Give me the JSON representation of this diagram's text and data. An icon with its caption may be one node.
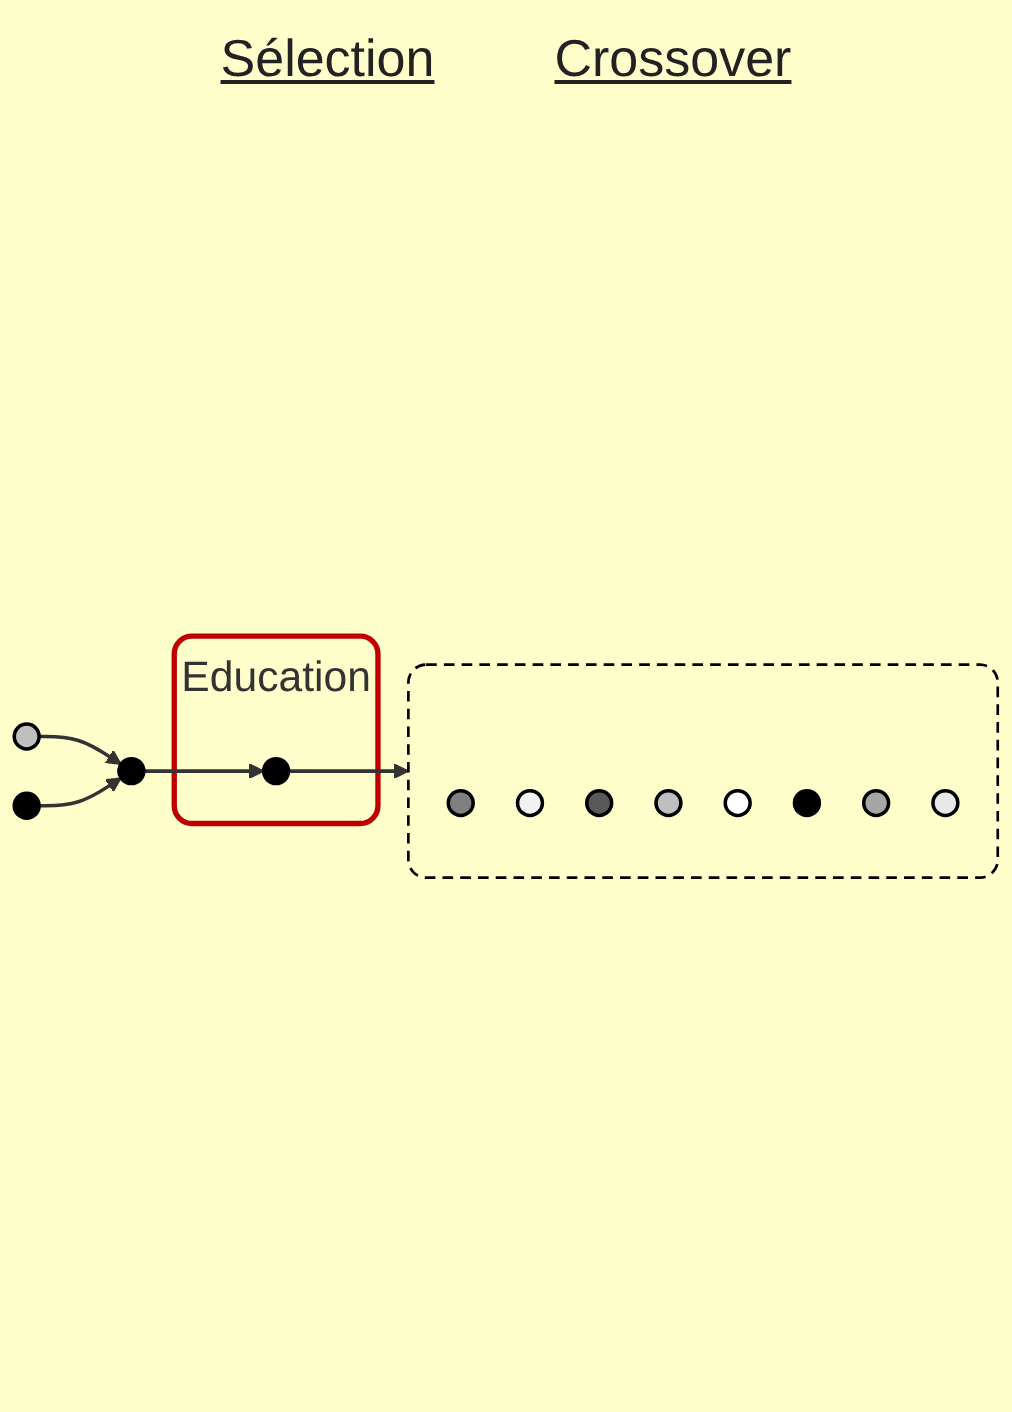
{
  "diagram": {
    "nodes": [
      {
        "text": [],
        "shape": "box"
      },
      {
        "text": [],
        "shape": "circle",
        "in": 0
      },
      {
        "text": [],
        "shape": "circle",
        "in": 0
      },
      {
        "text": [],
        "shape": "circle",
        "in": 0
      },
      {
        "text": [],
        "shape": "circle",
        "in": 0
      },
      {
        "text": [],
        "shape": "circle",
        "in": 0
      },
      {
        "text": [],
        "shape": "circle",
        "in": 0
      },
      {
        "text": [],
        "shape": "circle",
        "in": 0
      },
      {
        "text": [],
        "shape": "circle",
        "in": 0
      },
      {
        "text": [],
        "shape": "circle"
      },
      {
        "text": [],
        "shape": "circle"
      },
      {
        "text": [],
        "shape": "circle"
      },
      {
        "text": [
          "Education"
        ]
      },
      {
        "text": [],
        "shape": "circle",
        "in": 12
      }
    ],
    "edges": [
      {
        "from": 9,
        "to": 11,
        "arrow": "to"
      },
      {
        "from": 10,
        "to": 11,
        "arrow": "to"
      },
      {
        "from": 11,
        "to": 13,
        "arrow": "to"
      },
      {
        "from": 13,
        "to": 0,
        "arrow": "to"
      }
    ],
    "labels": [
      "Sélection",
      "Crossover"
    ]
  }
}
